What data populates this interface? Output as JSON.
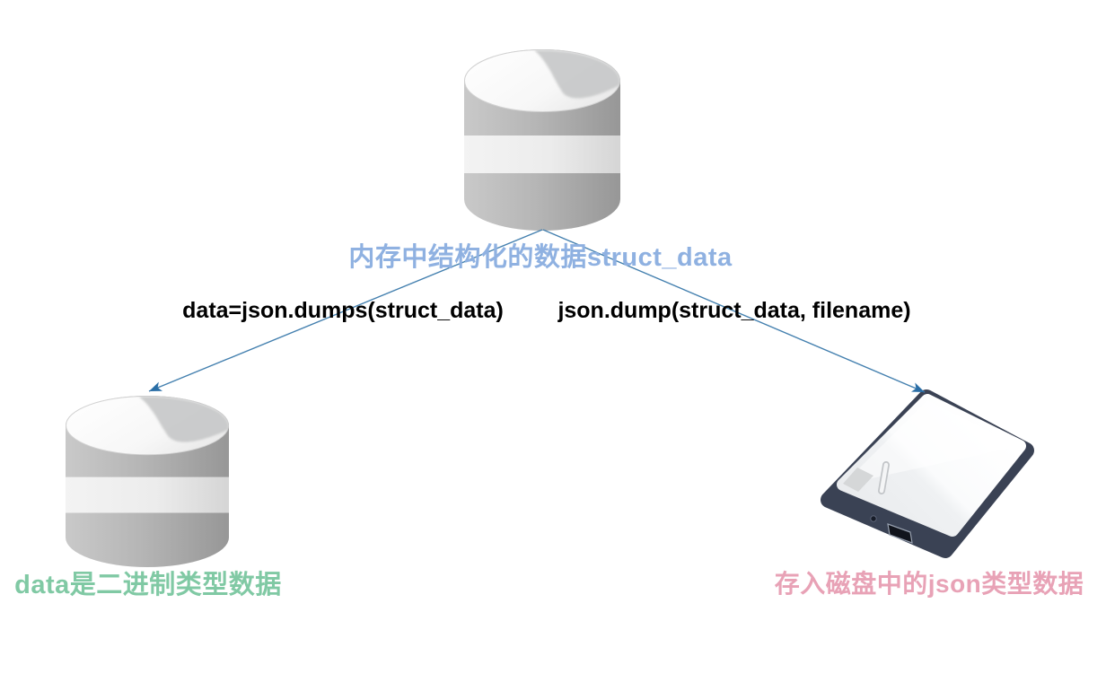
{
  "diagram": {
    "background": "#ffffff",
    "colors": {
      "arrow_line": "#4480af",
      "arrow_head": "#2a6ea6",
      "memory_label": "#8fb1e1",
      "binary_label": "#80c9a4",
      "disk_label": "#e8a2b6",
      "code_label": "#000000"
    },
    "nodes": {
      "memory": {
        "icon": "database-cylinder-icon",
        "label": "内存中结构化的数据struct_data"
      },
      "binary": {
        "icon": "database-cylinder-icon",
        "label": "data是二进制类型数据"
      },
      "disk": {
        "icon": "external-hard-drive-icon",
        "label": "存入磁盘中的json类型数据"
      }
    },
    "edges": {
      "dumps": {
        "label": "data=json.dumps(struct_data)",
        "from": "memory",
        "to": "binary"
      },
      "dump": {
        "label": "json.dump(struct_data, filename)",
        "from": "memory",
        "to": "disk"
      }
    }
  }
}
